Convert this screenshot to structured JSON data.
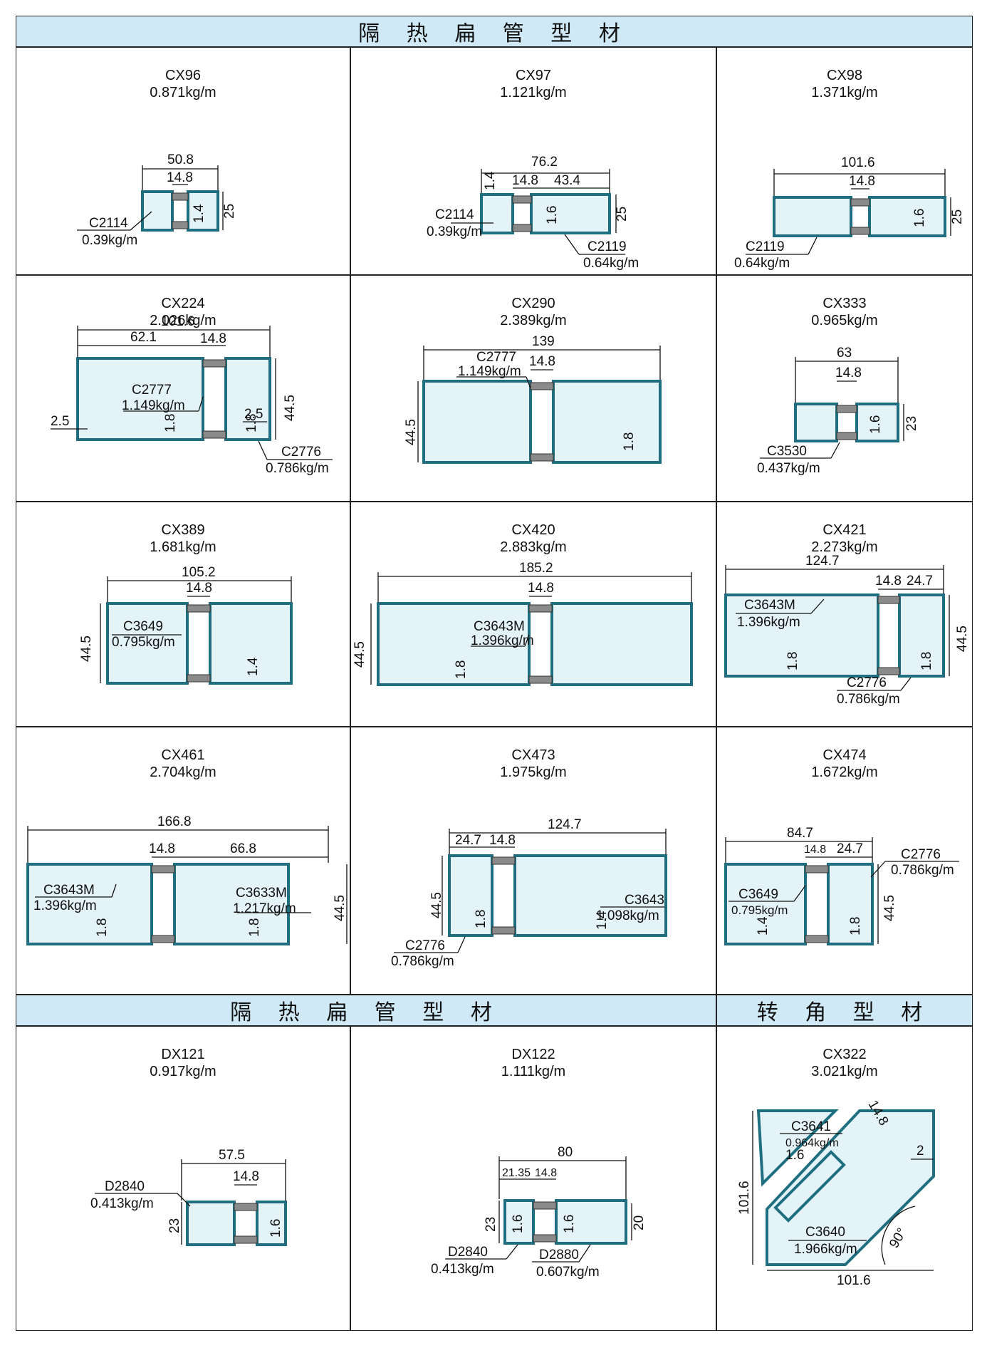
{
  "headers": {
    "top": "隔 热 扁 管 型 材",
    "bottom_left": "隔 热 扁 管 型 材",
    "bottom_right": "转 角 型 材"
  },
  "profiles": [
    {
      "code": "CX96",
      "weight": "0.871kg/m",
      "dims": [
        "50.8",
        "14.8",
        "25",
        "1.4"
      ],
      "parts": [
        {
          "code": "C2114",
          "weight": "0.39kg/m"
        }
      ]
    },
    {
      "code": "CX97",
      "weight": "1.121kg/m",
      "dims": [
        "76.2",
        "14.8",
        "43.4",
        "1.4",
        "25",
        "1.6"
      ],
      "parts": [
        {
          "code": "C2114",
          "weight": "0.39kg/m"
        },
        {
          "code": "C2119",
          "weight": "0.64kg/m"
        }
      ]
    },
    {
      "code": "CX98",
      "weight": "1.371kg/m",
      "dims": [
        "101.6",
        "14.8",
        "25",
        "1.6"
      ],
      "parts": [
        {
          "code": "C2119",
          "weight": "0.64kg/m"
        }
      ]
    },
    {
      "code": "CX224",
      "weight": "2.026kg/m",
      "dims": [
        "101.6",
        "62.1",
        "14.8",
        "2.5",
        "2.5",
        "44.5",
        "1.8",
        "1.8"
      ],
      "parts": [
        {
          "code": "C2777",
          "weight": "1.149kg/m"
        },
        {
          "code": "C2776",
          "weight": "0.786kg/m"
        }
      ]
    },
    {
      "code": "CX290",
      "weight": "2.389kg/m",
      "dims": [
        "139",
        "14.8",
        "44.5",
        "1.8"
      ],
      "parts": [
        {
          "code": "C2777",
          "weight": "1.149kg/m"
        }
      ]
    },
    {
      "code": "CX333",
      "weight": "0.965kg/m",
      "dims": [
        "63",
        "14.8",
        "23",
        "1.6"
      ],
      "parts": [
        {
          "code": "C3530",
          "weight": "0.437kg/m"
        }
      ]
    },
    {
      "code": "CX389",
      "weight": "1.681kg/m",
      "dims": [
        "105.2",
        "14.8",
        "44.5",
        "1.4"
      ],
      "parts": [
        {
          "code": "C3649",
          "weight": "0.795kg/m"
        }
      ]
    },
    {
      "code": "CX420",
      "weight": "2.883kg/m",
      "dims": [
        "185.2",
        "14.8",
        "44.5",
        "1.8"
      ],
      "parts": [
        {
          "code": "C3643M",
          "weight": "1.396kg/m"
        }
      ]
    },
    {
      "code": "CX421",
      "weight": "2.273kg/m",
      "dims": [
        "124.7",
        "14.8",
        "24.7",
        "44.5",
        "1.8",
        "1.8"
      ],
      "parts": [
        {
          "code": "C3643M",
          "weight": "1.396kg/m"
        },
        {
          "code": "C2776",
          "weight": "0.786kg/m"
        }
      ]
    },
    {
      "code": "CX461",
      "weight": "2.704kg/m",
      "dims": [
        "166.8",
        "14.8",
        "66.8",
        "44.5",
        "1.8",
        "1.8"
      ],
      "parts": [
        {
          "code": "C3643M",
          "weight": "1.396kg/m"
        },
        {
          "code": "C3633M",
          "weight": "1.217kg/m"
        }
      ]
    },
    {
      "code": "CX473",
      "weight": "1.975kg/m",
      "dims": [
        "124.7",
        "24.7",
        "14.8",
        "44.5",
        "1.8",
        "1.4"
      ],
      "parts": [
        {
          "code": "C3643",
          "weight": "1.098kg/m"
        },
        {
          "code": "C2776",
          "weight": "0.786kg/m"
        }
      ]
    },
    {
      "code": "CX474",
      "weight": "1.672kg/m",
      "dims": [
        "84.7",
        "14.8",
        "24.7",
        "44.5",
        "1.4",
        "1.8"
      ],
      "parts": [
        {
          "code": "C2776",
          "weight": "0.786kg/m"
        },
        {
          "code": "C3649",
          "weight": "0.795kg/m"
        }
      ]
    },
    {
      "code": "DX121",
      "weight": "0.917kg/m",
      "dims": [
        "57.5",
        "14.8",
        "23",
        "1.6"
      ],
      "parts": [
        {
          "code": "D2840",
          "weight": "0.413kg/m"
        }
      ]
    },
    {
      "code": "DX122",
      "weight": "1.111kg/m",
      "dims": [
        "80",
        "21.35",
        "14.8",
        "23",
        "1.6",
        "1.6",
        "20"
      ],
      "parts": [
        {
          "code": "D2840",
          "weight": "0.413kg/m"
        },
        {
          "code": "D2880",
          "weight": "0.607kg/m"
        }
      ]
    },
    {
      "code": "CX322",
      "weight": "3.021kg/m",
      "dims": [
        "14.8",
        "1.6",
        "2",
        "101.6",
        "90°",
        "101.6"
      ],
      "parts": [
        {
          "code": "C3641",
          "weight": "0.964kg/m"
        },
        {
          "code": "C3640",
          "weight": "1.966kg/m"
        }
      ]
    }
  ]
}
